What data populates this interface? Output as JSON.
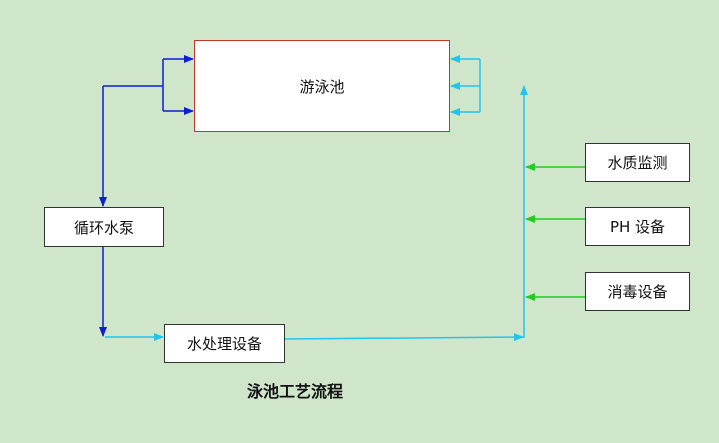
{
  "nodes": {
    "pool": "游泳池",
    "pump": "循环水泵",
    "treatment": "水处理设备",
    "quality": "水质监测",
    "ph": "PH 设备",
    "disinfection": "消毒设备"
  },
  "caption": "泳池工艺流程",
  "colors": {
    "background": "#cfe6cb",
    "return_line": "#0b1fd6",
    "supply_line": "#22c3ef",
    "dosing_line": "#22cc22",
    "pool_border": "#c0392b",
    "pool_arrows": "#000000"
  }
}
